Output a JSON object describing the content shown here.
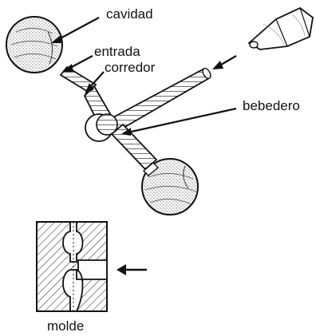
{
  "labels": {
    "cavity": "cavidad",
    "gate": "entrada",
    "runner": "corredor",
    "sprue": "bebedero",
    "mold": "molde"
  },
  "colors": {
    "ink": "#111111",
    "paper": "#ffffff",
    "stipple": "#8a8a8a"
  }
}
